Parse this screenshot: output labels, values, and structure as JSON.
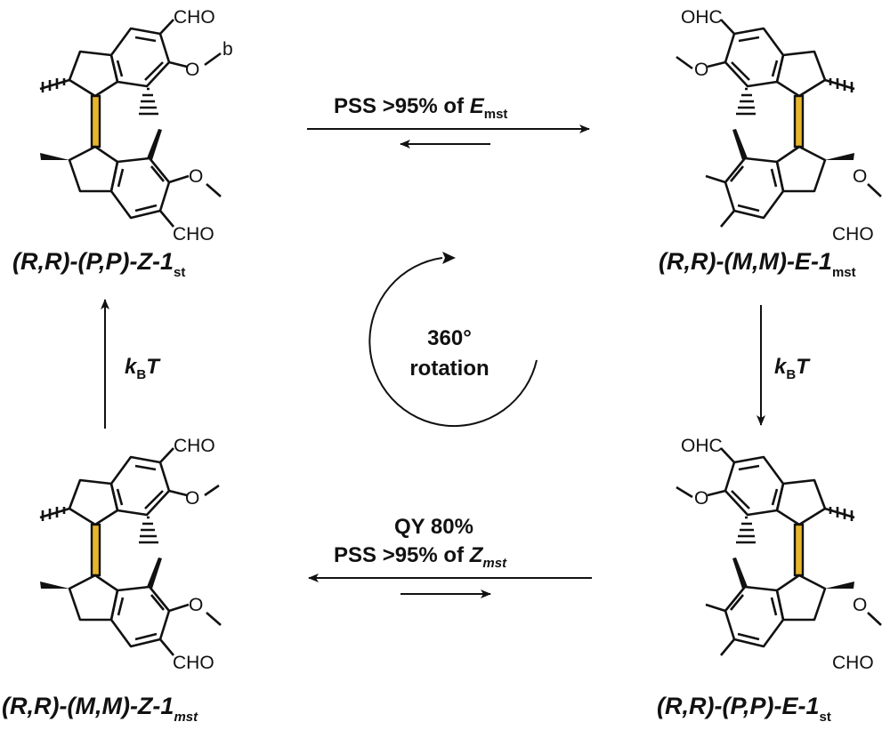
{
  "colors": {
    "ring_fill": "#e8b62c",
    "ink": "#111111"
  },
  "molecules": {
    "top_left": {
      "label_main": "(R,R)-(P,P)-Z-1",
      "label_sub": "st",
      "groups": {
        "cho_top": "CHO",
        "o_top": "O",
        "b": "b",
        "o_bottom": "O",
        "cho_bottom": "CHO"
      }
    },
    "top_right": {
      "label_main": "(R,R)-(M,M)-E-1",
      "label_sub": "mst",
      "groups": {
        "cho_top": "OHC",
        "o_top": "O",
        "o_bottom": "O",
        "cho_bottom": "CHO"
      }
    },
    "bottom_left": {
      "label_main": "(R,R)-(M,M)-Z-1",
      "label_sub": "mst",
      "groups": {
        "cho_top": "CHO",
        "o_top": "O",
        "o_bottom": "O",
        "cho_bottom": "CHO"
      }
    },
    "bottom_right": {
      "label_main": "(R,R)-(P,P)-E-1",
      "label_sub": "st",
      "groups": {
        "cho_top": "OHC",
        "o_top": "O",
        "o_bottom": "O",
        "cho_bottom": "CHO"
      }
    }
  },
  "steps": {
    "top": {
      "text": "PSS >95% of ",
      "italic": "E",
      "sub": "mst"
    },
    "bottom": {
      "line1": "QY 80%",
      "text": "PSS >95% of ",
      "italic": "Z",
      "sub": "mst"
    },
    "right": {
      "k": "k",
      "sub": "B",
      "t": "T"
    },
    "left": {
      "k": "k",
      "sub": "B",
      "t": "T"
    },
    "center": {
      "line1": "360°",
      "line2": "rotation"
    }
  }
}
